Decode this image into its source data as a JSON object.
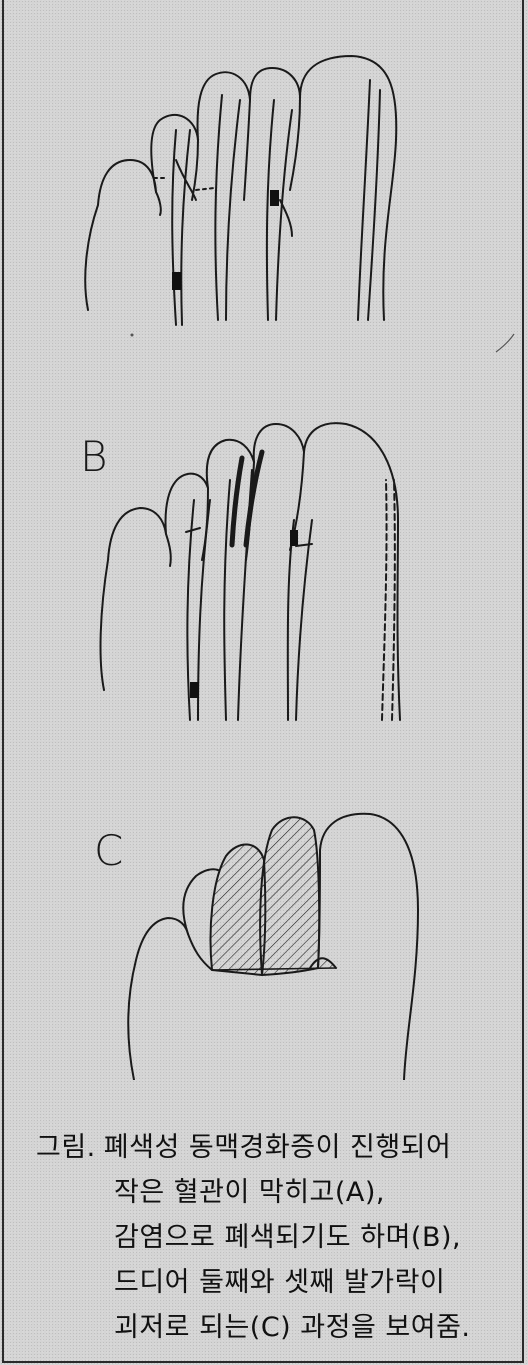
{
  "panels": {
    "b_label": "B",
    "c_label": "C"
  },
  "caption": {
    "prefix": "그림.",
    "lines": [
      "폐색성 동맥경화증이 진행되어",
      "작은 혈관이 막히고(A),",
      "감염으로 폐색되기도 하며(B),",
      "드디어  둘째와 셋째 발가락이",
      "괴저로 되는(C) 과정을 보여줌."
    ]
  },
  "colors": {
    "background": "#d4d4d4",
    "ink": "#1a1a1a"
  }
}
